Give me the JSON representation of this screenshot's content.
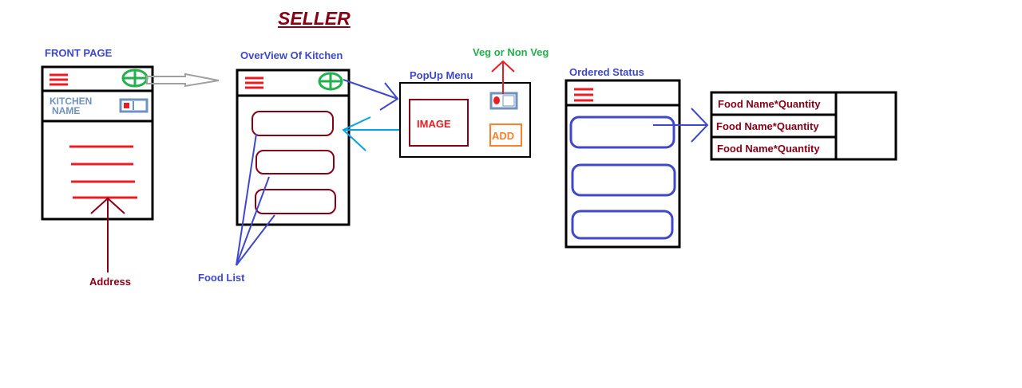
{
  "title": "SELLER",
  "screens": {
    "front_page": {
      "label": "FRONT PAGE",
      "kitchen_name_line1": "KITCHEN",
      "kitchen_name_line2": "NAME",
      "address_label": "Address"
    },
    "overview": {
      "label": "OverView Of Kitchen",
      "food_list_label": "Food List"
    },
    "popup": {
      "label": "PopUp Menu",
      "image_label": "IMAGE",
      "add_label": "ADD",
      "veg_label": "Veg or Non Veg"
    },
    "ordered": {
      "label": "Ordered Status",
      "items": [
        "Food Name*Quantity",
        "Food Name*Quantity",
        "Food Name*Quantity"
      ]
    }
  },
  "colors": {
    "outline": "#000000",
    "menu": "#ed1c24",
    "plus": "#22b14c",
    "food": "#880015",
    "link": "#3f48cc",
    "return_arrow": "#00a2e8",
    "toggle": "#7092be",
    "add_border": "#ff7f27"
  },
  "icons": [
    "hamburger-menu-icon",
    "add-circle-icon",
    "veg-toggle-icon"
  ]
}
